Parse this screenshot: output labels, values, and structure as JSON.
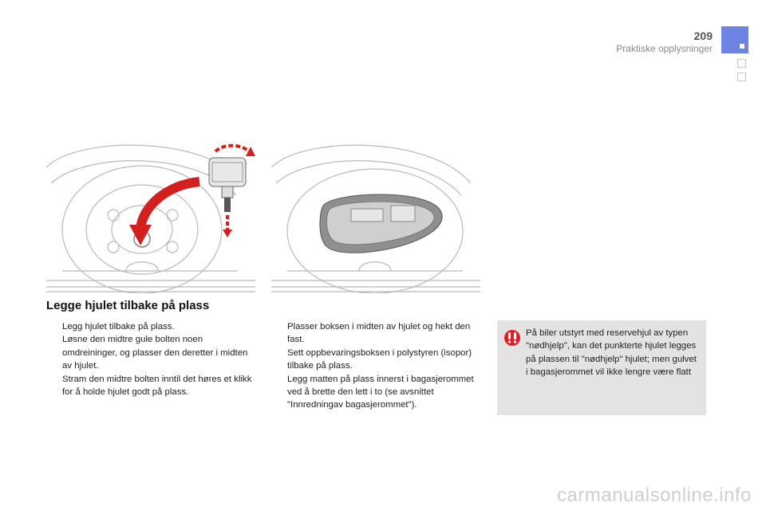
{
  "header": {
    "page_number": "209",
    "section_title": "Praktiske opplysninger"
  },
  "content": {
    "heading": "Legge hjulet tilbake på plass",
    "bullet_symbol": "",
    "left_steps": [
      "Legg hjulet tilbake på plass.",
      "Løsne den midtre gule bolten noen omdreininger, og plasser den deretter i midten av hjulet.",
      "Stram den midtre bolten inntil det høres et klikk for å holde hjulet godt på plass."
    ],
    "right_steps": [
      "Plasser boksen i midten av hjulet og hekt den fast.",
      "Sett oppbevaringsboksen i polystyren (isopor) tilbake på plass.",
      "Legg matten på plass innerst i bagasjerommet ved å brette den lett i to (se avsnittet \"Innredningav bagasjerommet\")."
    ],
    "note": {
      "icon": "warning-icon",
      "text": "På biler utstyrt med reservehjul av typen \"nødhjelp\", kan det punkterte hjulet legges på plassen til \"nødhjelp\" hjulet; men gulvet i bagasjerommet vil ikke lengre være flatt"
    }
  },
  "colors": {
    "tab": "#6f83e2",
    "arrow_red": "#d3201f",
    "note_bg": "#e3e3e3"
  },
  "watermark": "carmanualsonline.info"
}
